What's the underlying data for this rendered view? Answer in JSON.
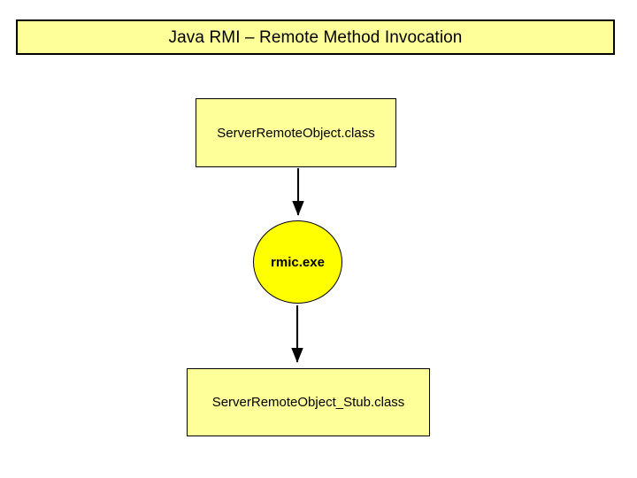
{
  "slide": {
    "background_color": "#ffffff",
    "title": {
      "text": "Java RMI – Remote Method Invocation",
      "fill_color": "#ffff99",
      "border_color": "#000000"
    },
    "nodes": [
      {
        "id": "server-remote-object-class",
        "shape": "rectangle",
        "label": "ServerRemoteObject.class",
        "fill_color": "#ffff99",
        "border_color": "#000000",
        "bold": false
      },
      {
        "id": "rmic-exe",
        "shape": "ellipse",
        "label": "rmic.exe",
        "fill_color": "#ffff00",
        "border_color": "#000000",
        "bold": true
      },
      {
        "id": "server-remote-object-stub-class",
        "shape": "rectangle",
        "label": "ServerRemoteObject_Stub.class",
        "fill_color": "#ffff99",
        "border_color": "#000000",
        "bold": false
      }
    ],
    "connectors": [
      {
        "id": "arrow-class-to-rmic",
        "from": "server-remote-object-class",
        "to": "rmic-exe",
        "style": "solid-arrow-down",
        "color": "#000000"
      },
      {
        "id": "arrow-rmic-to-stub",
        "from": "rmic-exe",
        "to": "server-remote-object-stub-class",
        "style": "solid-arrow-down",
        "color": "#000000"
      }
    ]
  }
}
